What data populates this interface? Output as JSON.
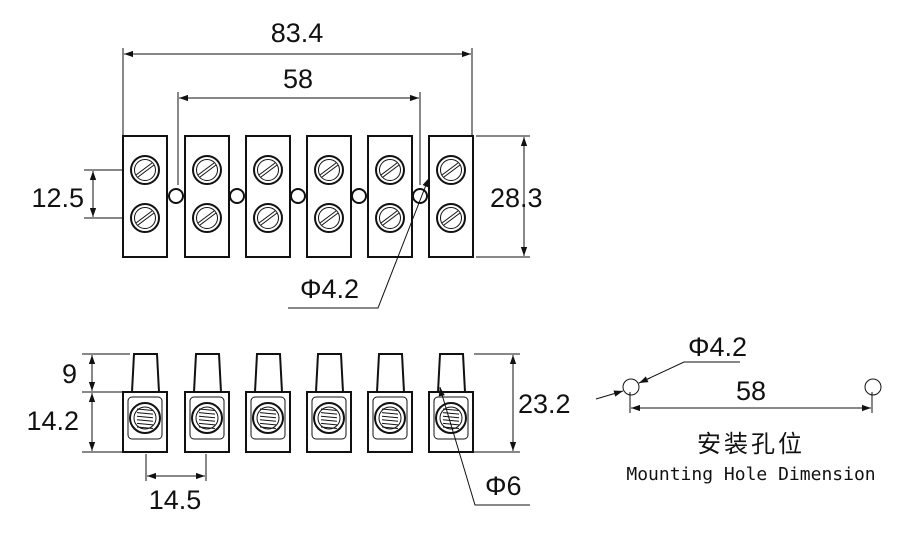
{
  "top_view": {
    "overall_width": "83.4",
    "hole_pitch": "58",
    "screw_pitch": "12.5",
    "height": "28.3",
    "hole_diameter": "Φ4.2"
  },
  "front_view": {
    "screw_height": "9",
    "base_height": "14.2",
    "total_height": "23.2",
    "pole_pitch": "14.5",
    "screw_diameter": "Φ6"
  },
  "mounting_hole": {
    "hole_diameter": "Φ4.2",
    "hole_pitch": "58",
    "title_cn": "安装孔位",
    "title_en": "Mounting Hole Dimension"
  }
}
